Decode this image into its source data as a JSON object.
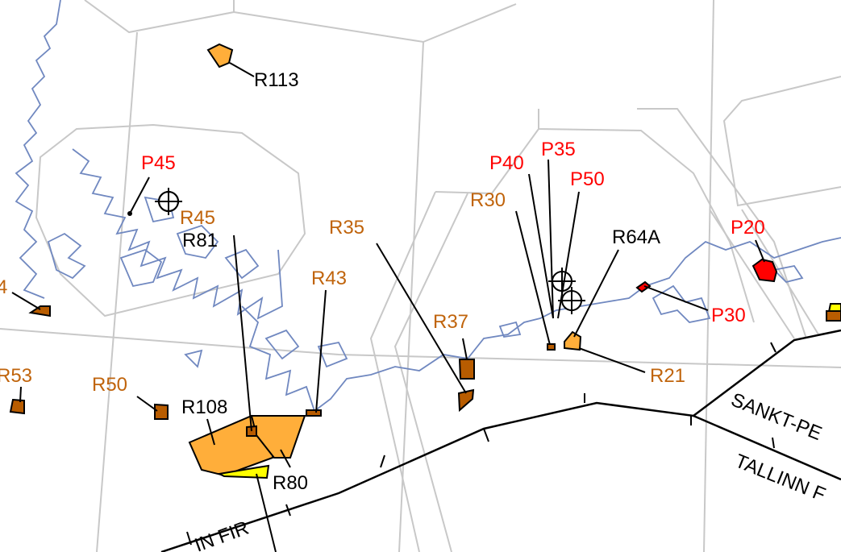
{
  "colors": {
    "prohibited": "#ff0000",
    "restricted_label": "#c0640c",
    "restricted_fill": "#b85c00",
    "danger_fill": "#ffae3a",
    "other_fill": "#ffff00",
    "coast": "#7088c0",
    "grid": "#c8c8c8"
  },
  "labels": {
    "R113": "R113",
    "P45": "P45",
    "R45": "R45",
    "R81": "R81",
    "R35": "R35",
    "R43": "R43",
    "R37": "R37",
    "R30": "R30",
    "P40": "P40",
    "P35": "P35",
    "P50": "P50",
    "R64A": "R64A",
    "P20": "P20",
    "P30": "P30",
    "R21": "R21",
    "R4": "4",
    "R53": "R53",
    "R50": "R50",
    "R108": "R108",
    "R80": "R80"
  },
  "fir": {
    "sankt": "SANKT-PE",
    "tallinn": "TALLINN F",
    "helsinki": "IN FIR"
  }
}
